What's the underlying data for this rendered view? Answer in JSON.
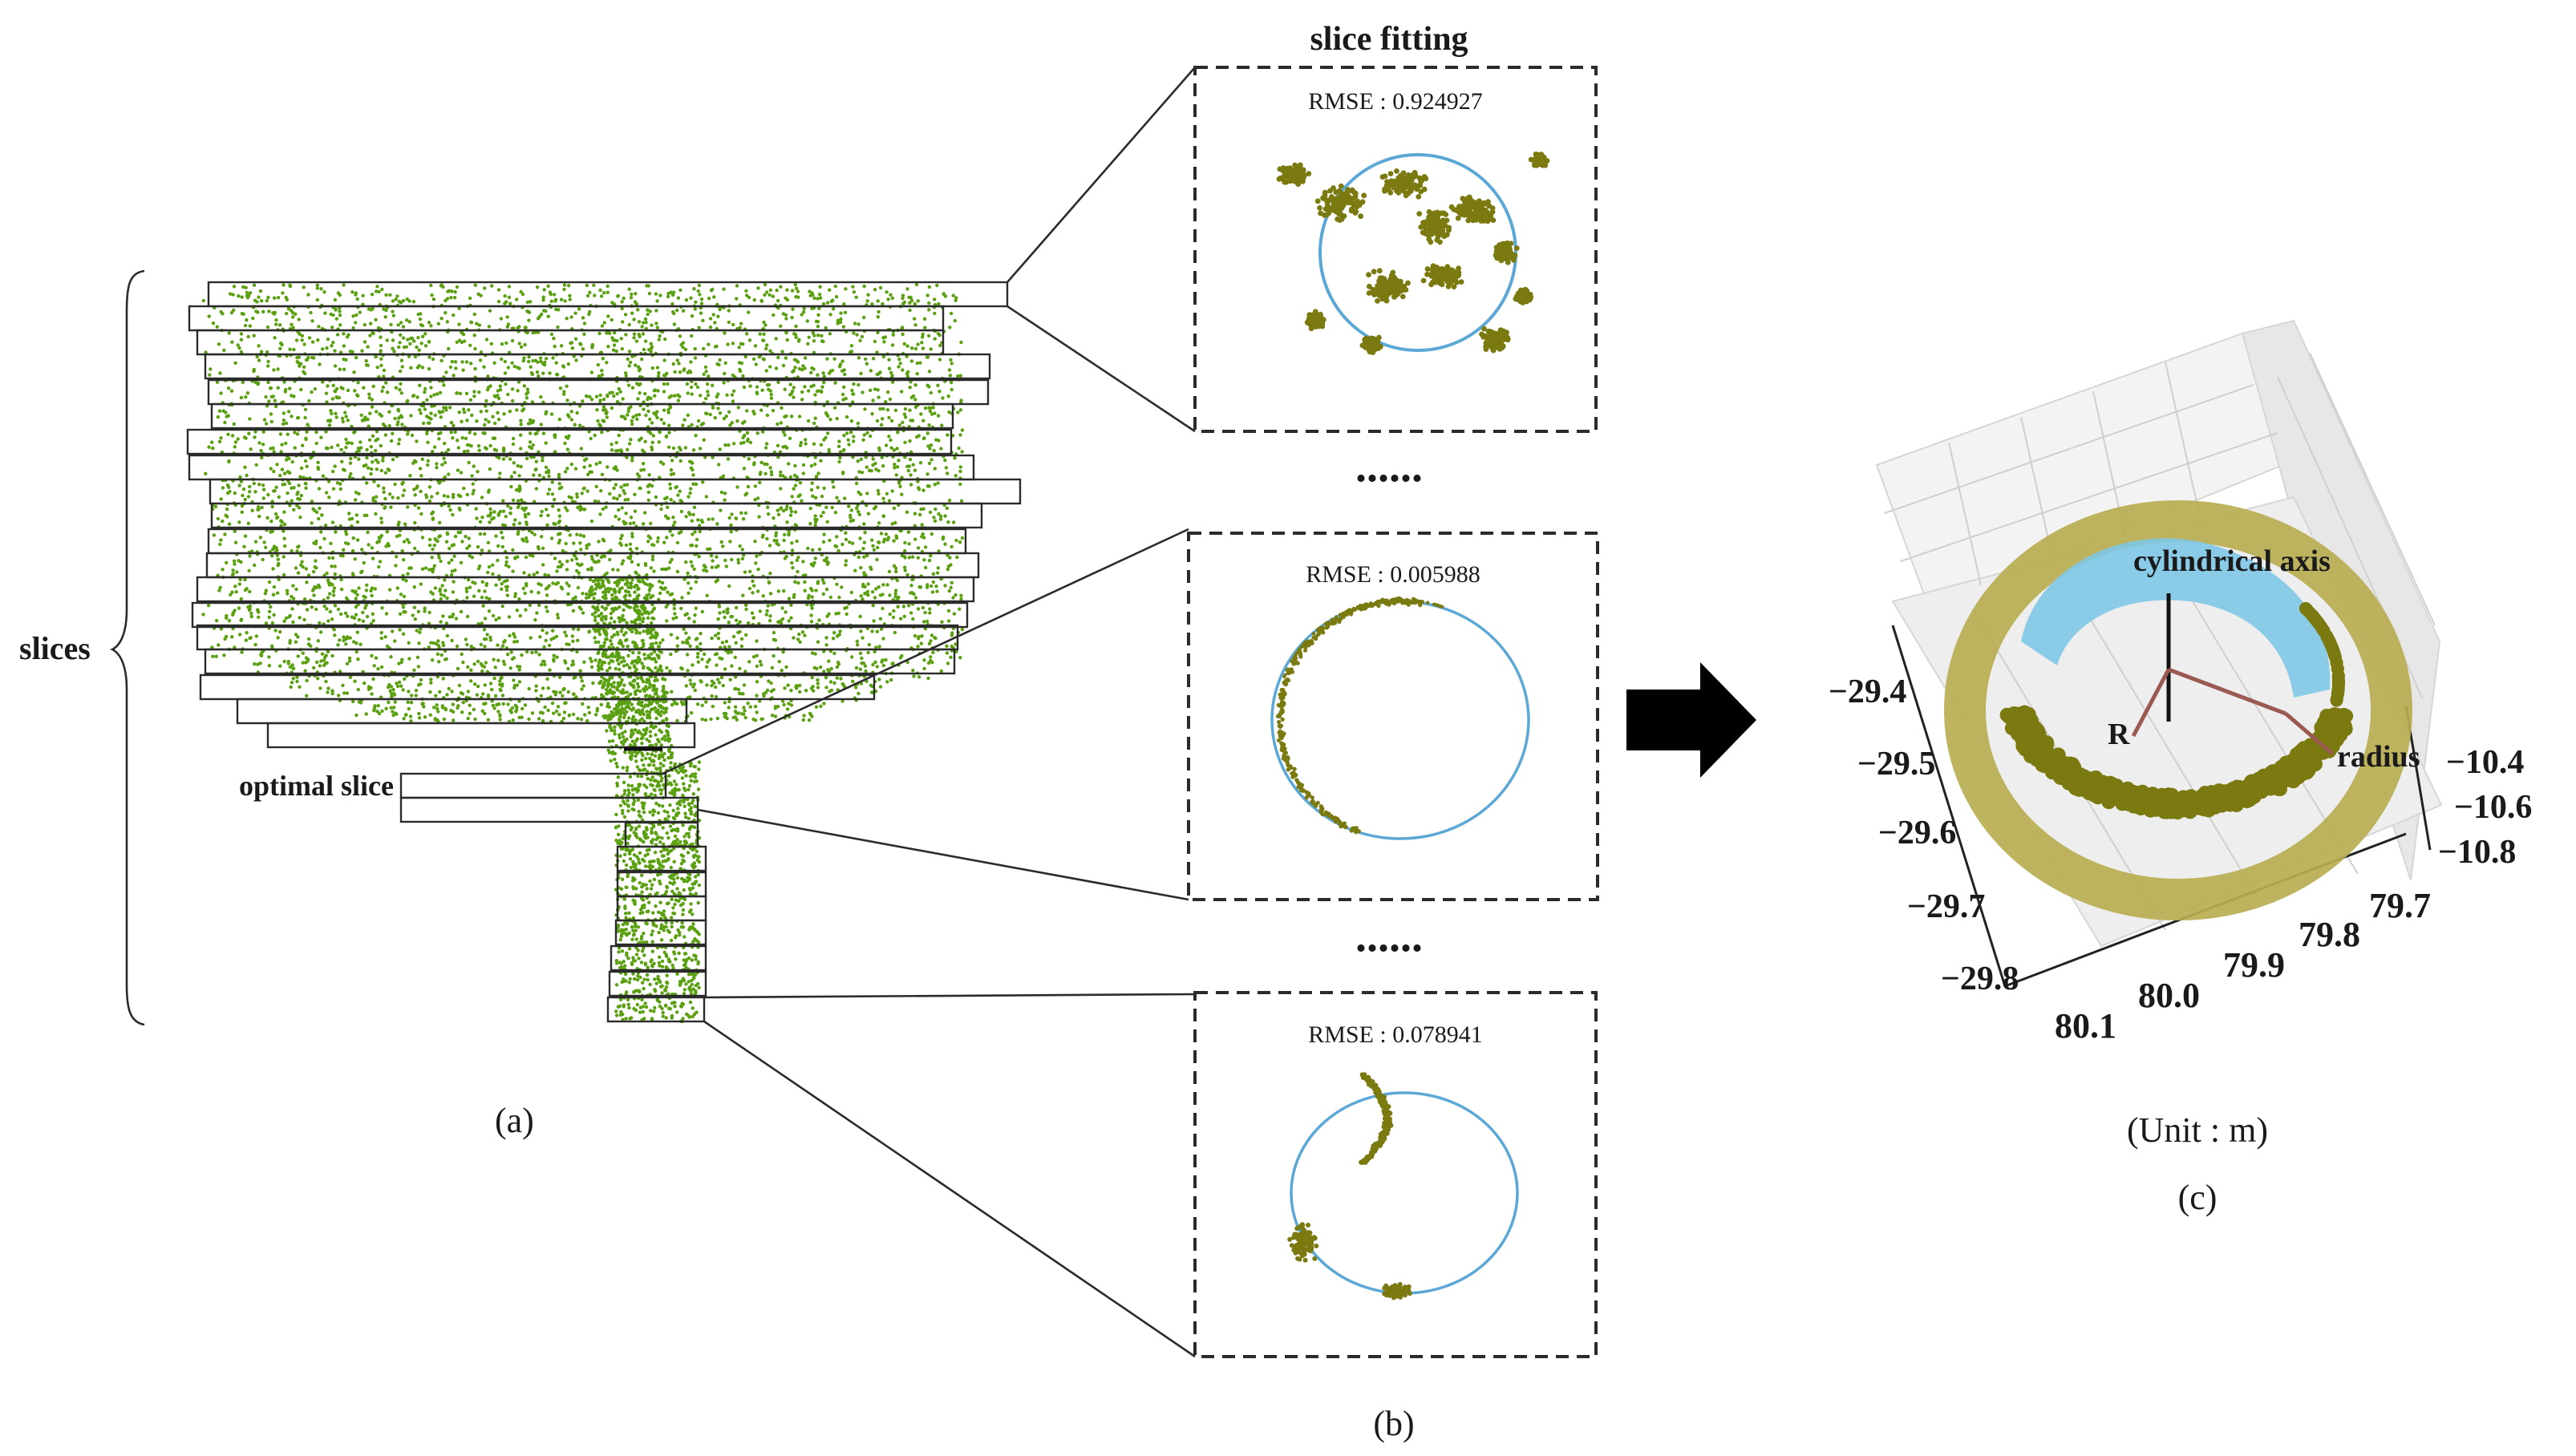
{
  "panel_a": {
    "slices_label": "slices",
    "optimal_label": "optimal slice",
    "caption": "(a)"
  },
  "panel_b": {
    "title": "slice fitting",
    "ellipsis_1": "......",
    "ellipsis_2": "......",
    "rmse_top": "RMSE : 0.924927",
    "rmse_mid": "RMSE : 0.005988",
    "rmse_bottom": "RMSE : 0.078941",
    "caption": "(b)"
  },
  "panel_c": {
    "axis_label": "cylindrical axis",
    "r_label": "R",
    "radius_label": "radius",
    "y_ticks": [
      "−29.4",
      "−29.5",
      "−29.6",
      "−29.7",
      "−29.8"
    ],
    "x_ticks": [
      "80.1",
      "80.0",
      "79.9",
      "79.8",
      "79.7"
    ],
    "z_ticks": [
      "−10.4",
      "−10.6",
      "−10.8"
    ],
    "unit": "(Unit : m)",
    "caption": "(c)"
  },
  "colors": {
    "foliage": "#5aa010",
    "points": "#7a7a10",
    "fit_circle": "#5ba7d6",
    "cylinder_outer": "#b8ae52",
    "cylinder_inner": "#7ec6e6",
    "radius_line": "#9a5a52"
  }
}
